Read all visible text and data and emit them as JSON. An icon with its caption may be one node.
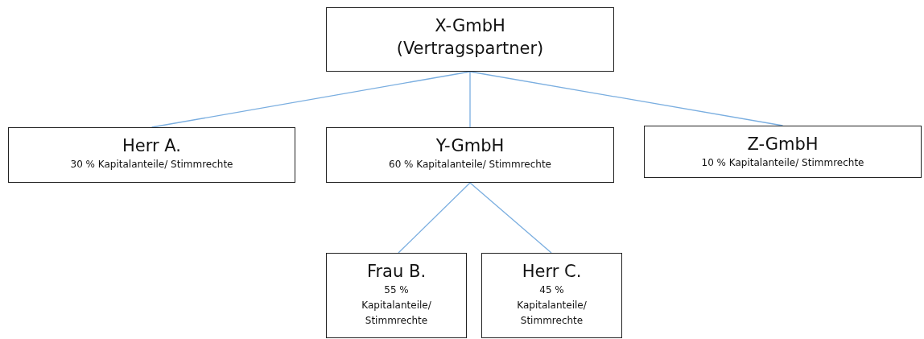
{
  "diagram": {
    "nodes": [
      {
        "text": [
          "X-GmbH",
          "(Vertragspartner)"
        ]
      },
      {
        "text": [
          "Herr A.",
          "30 % Kapitalanteile/ Stimmrechte"
        ]
      },
      {
        "text": [
          "Y-GmbH",
          "60 % Kapitalanteile/ Stimmrechte"
        ]
      },
      {
        "text": [
          "Z-GmbH",
          "10 % Kapitalanteile/ Stimmrechte"
        ]
      },
      {
        "text": [
          "Frau B.",
          "55 % Kapitalanteile/ Stimmrechte"
        ]
      },
      {
        "text": [
          "Herr C.",
          "45 % Kapitalanteile/ Stimmrechte"
        ]
      }
    ],
    "edges": [
      {
        "from": 0,
        "to": 1,
        "arrow": "none"
      },
      {
        "from": 0,
        "to": 2,
        "arrow": "none"
      },
      {
        "from": 0,
        "to": 3,
        "arrow": "none"
      },
      {
        "from": 2,
        "to": 4,
        "arrow": "none"
      },
      {
        "from": 2,
        "to": 5,
        "arrow": "none"
      }
    ]
  }
}
